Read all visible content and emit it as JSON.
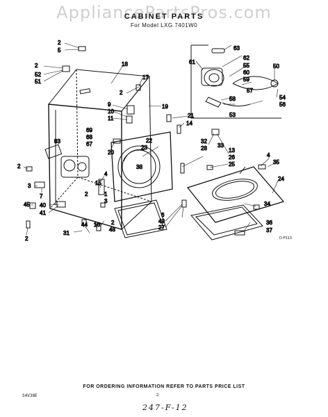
{
  "watermark": "AppliancePartsPros.com",
  "header": {
    "title": "CABINET PARTS",
    "subtitle": "For Model LXG 7401W0"
  },
  "diagram_code": "D-FS13",
  "footer": {
    "note": "FOR ORDERING INFORMATION REFER TO PARTS PRICE LIST",
    "code": "S4V38E",
    "page": "2",
    "handwritten": "247-F-12"
  },
  "callouts": {
    "c63": "63",
    "c62": "62",
    "c61": "61",
    "c55": "55",
    "c60": "60",
    "c59": "59",
    "c50": "50",
    "c54": "54",
    "c56": "56",
    "c57": "57",
    "c58": "58",
    "c53": "53",
    "c2a": "2",
    "c5": "5",
    "c2b": "2",
    "c52": "52",
    "c51": "51",
    "c18": "18",
    "c17": "17",
    "c2c": "2",
    "c9": "9",
    "c10": "10",
    "c11": "11",
    "c19": "19",
    "c21": "21",
    "c14": "14",
    "c69": "69",
    "c68": "68",
    "c67": "67",
    "c83": "83",
    "c20": "20",
    "c22": "22",
    "c23": "23",
    "c38": "38",
    "c32": "32",
    "c28": "28",
    "c33": "33",
    "c13": "13",
    "c26": "26",
    "c25": "25",
    "c4a": "4",
    "c35": "35",
    "c24": "24",
    "c2d": "2",
    "c3a": "3",
    "c7": "7",
    "c4b": "4",
    "c15": "15",
    "c1": "1",
    "c3b": "3",
    "c2e": "2",
    "c45": "45",
    "c40": "40",
    "c41": "41",
    "c34": "34",
    "c36": "36",
    "c37": "37",
    "c6": "6",
    "c49": "49",
    "c27": "27",
    "c2f": "2",
    "c48": "48",
    "c44": "44",
    "c16": "16",
    "c31": "31",
    "c2g": "2"
  },
  "colors": {
    "ink": "#111111",
    "watermark": "#cfcfcf",
    "background": "#ffffff"
  }
}
